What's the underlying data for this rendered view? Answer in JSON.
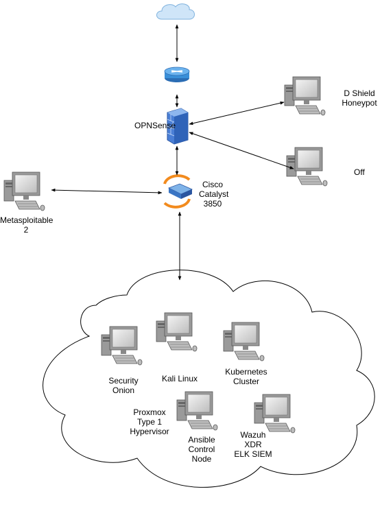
{
  "nodes": {
    "opnsense": {
      "label": [
        "OPNSense"
      ]
    },
    "switch": {
      "label": [
        "Cisco",
        "Catalyst",
        "3850"
      ]
    },
    "dshield": {
      "label": [
        "D Shield",
        "Honeypot"
      ]
    },
    "off_host": {
      "label": [
        "Off"
      ]
    },
    "metasploitable": {
      "label": [
        "Metasploitable",
        "2"
      ]
    }
  },
  "lab_cloud": {
    "security_onion": {
      "label": [
        "Security",
        "Onion"
      ]
    },
    "kali": {
      "label": [
        "Kali Linux"
      ]
    },
    "kubernetes": {
      "label": [
        "Kubernetes",
        "Cluster"
      ]
    },
    "proxmox": {
      "label": [
        "Proxmox",
        "Type 1",
        "Hypervisor"
      ]
    },
    "ansible": {
      "label": [
        "Ansible",
        "Control",
        "Node"
      ]
    },
    "wazuh": {
      "label": [
        "Wazuh",
        "XDR",
        "ELK SIEM"
      ]
    }
  },
  "colors": {
    "cloud_fill": "#d6e8f7",
    "router_blue": "#3a8fd8",
    "firewall_blue": "#4a7fd6",
    "switch_orange": "#f28b1e",
    "pc_gray": "#c8c8c8"
  }
}
